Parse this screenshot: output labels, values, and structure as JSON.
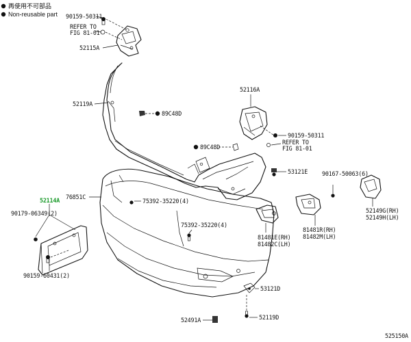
{
  "legend": {
    "items": [
      {
        "symbol": "filled-circle-icon",
        "text": "再使用不可部品"
      },
      {
        "symbol": "filled-circle-icon",
        "text": "Non-reusable part"
      }
    ]
  },
  "labels": {
    "p_90159_50311_a": "90159-50311",
    "refer_a_1": "REFER TO",
    "refer_a_2": "FIG 81-01",
    "p_52115A": "52115A",
    "p_52119A": "52119A",
    "p_89C48D_a": "89C48D",
    "p_52116A": "52116A",
    "p_90159_50311_b": "90159-50311",
    "refer_b_1": "REFER TO",
    "refer_b_2": "FIG 81-01",
    "p_89C48D_b": "89C48D",
    "p_53121E": "53121E",
    "p_90167_50063": "90167-50063(6)",
    "p_52114A": "52114A",
    "p_76851C": "76851C",
    "p_75392_35220_a": "75392-35220(4)",
    "p_90179_06349": "90179-06349(2)",
    "p_75392_35220_b": "75392-35220(4)",
    "p_81481E": "81481E(RH)",
    "p_81482C": "81482C(LH)",
    "p_81481R": "81481R(RH)",
    "p_81482M": "81482M(LH)",
    "p_52149G": "52149G(RH)",
    "p_52149H": "52149H(LH)",
    "p_90159_60431": "90159-60431(2)",
    "p_53121D": "53121D",
    "p_52491A": "52491A",
    "p_52119D": "52119D",
    "fig_id": "525150A"
  },
  "colors": {
    "highlight_part": "#1a9a2a",
    "line": "#111111"
  }
}
